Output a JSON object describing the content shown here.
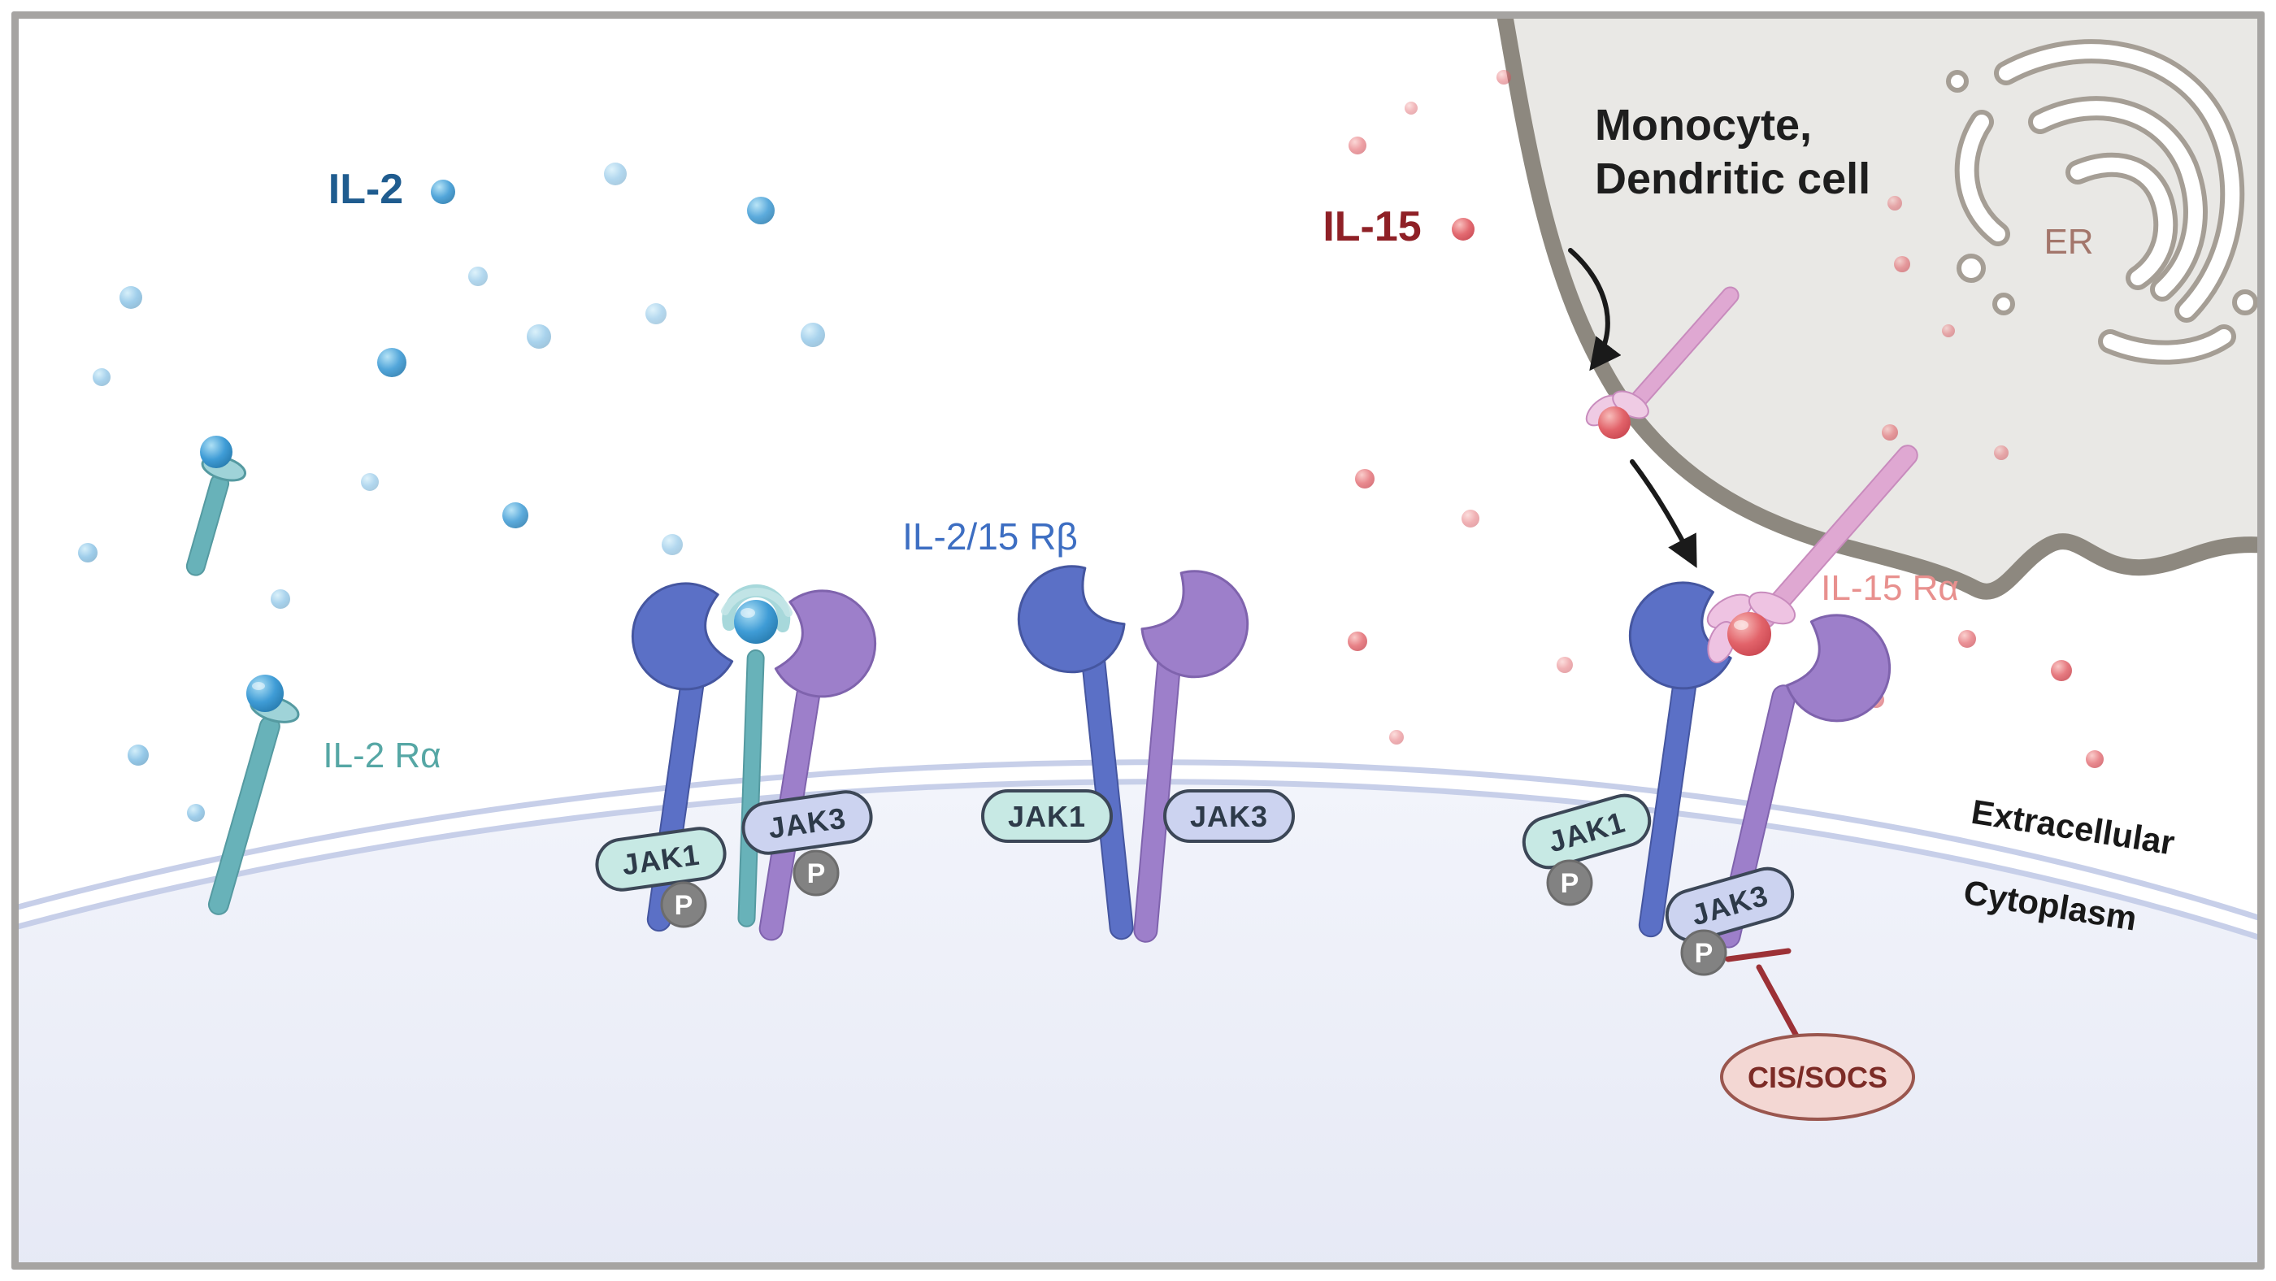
{
  "figure": {
    "type": "biology-pathway-diagram",
    "topic": "IL-2 and IL-15 receptor signaling with JAK1/JAK3 and CIS/SOCS regulation"
  },
  "labels": {
    "il2": "IL-2",
    "il15": "IL-15",
    "monocyte_line1": "Monocyte,",
    "monocyte_line2": "Dendritic cell",
    "er": "ER",
    "il2ra": "IL-2 Rα",
    "il215rb": "IL-2/15 Rβ",
    "il15ra": "IL-15 Rα",
    "extracellular": "Extracellular",
    "cytoplasm": "Cytoplasm",
    "jak1": "JAK1",
    "jak3": "JAK3",
    "phospho": "P",
    "cis_socs": "CIS/SOCS"
  },
  "colors": {
    "il2_text": "#1f5c8f",
    "il15_text": "#8f2026",
    "il2ra_text": "#56a7a5",
    "il215rb_text": "#3d6ec2",
    "il15ra_text": "#e8908e",
    "er_text": "#a3766b",
    "membrane_text": "#191919",
    "jak1_fill": "#c7e9e4",
    "jak3_fill": "#ccd3f0",
    "jak_stroke": "#3c4757",
    "phospho_fill": "#828282",
    "cis_fill": "#f3d7d3",
    "cis_stroke": "#9a564e",
    "cis_text": "#7c2b26",
    "beta_chain": "#5b70c6",
    "gamma_chain": "#9d7fca",
    "il2_alpha_chain": "#68b2b9",
    "il15_alpha_chain": "#dfa8d2",
    "il2_ligand": "#3f9cd6",
    "il15_ligand": "#e2636a",
    "monocyte_fill": "#e9e8e5",
    "monocyte_stroke": "#8d887f",
    "membrane_line": "#c7cfe9",
    "cytoplasm_fill": "#edeff8",
    "inhibition_line": "#9c3136",
    "arrow": "#1a1a1a"
  }
}
